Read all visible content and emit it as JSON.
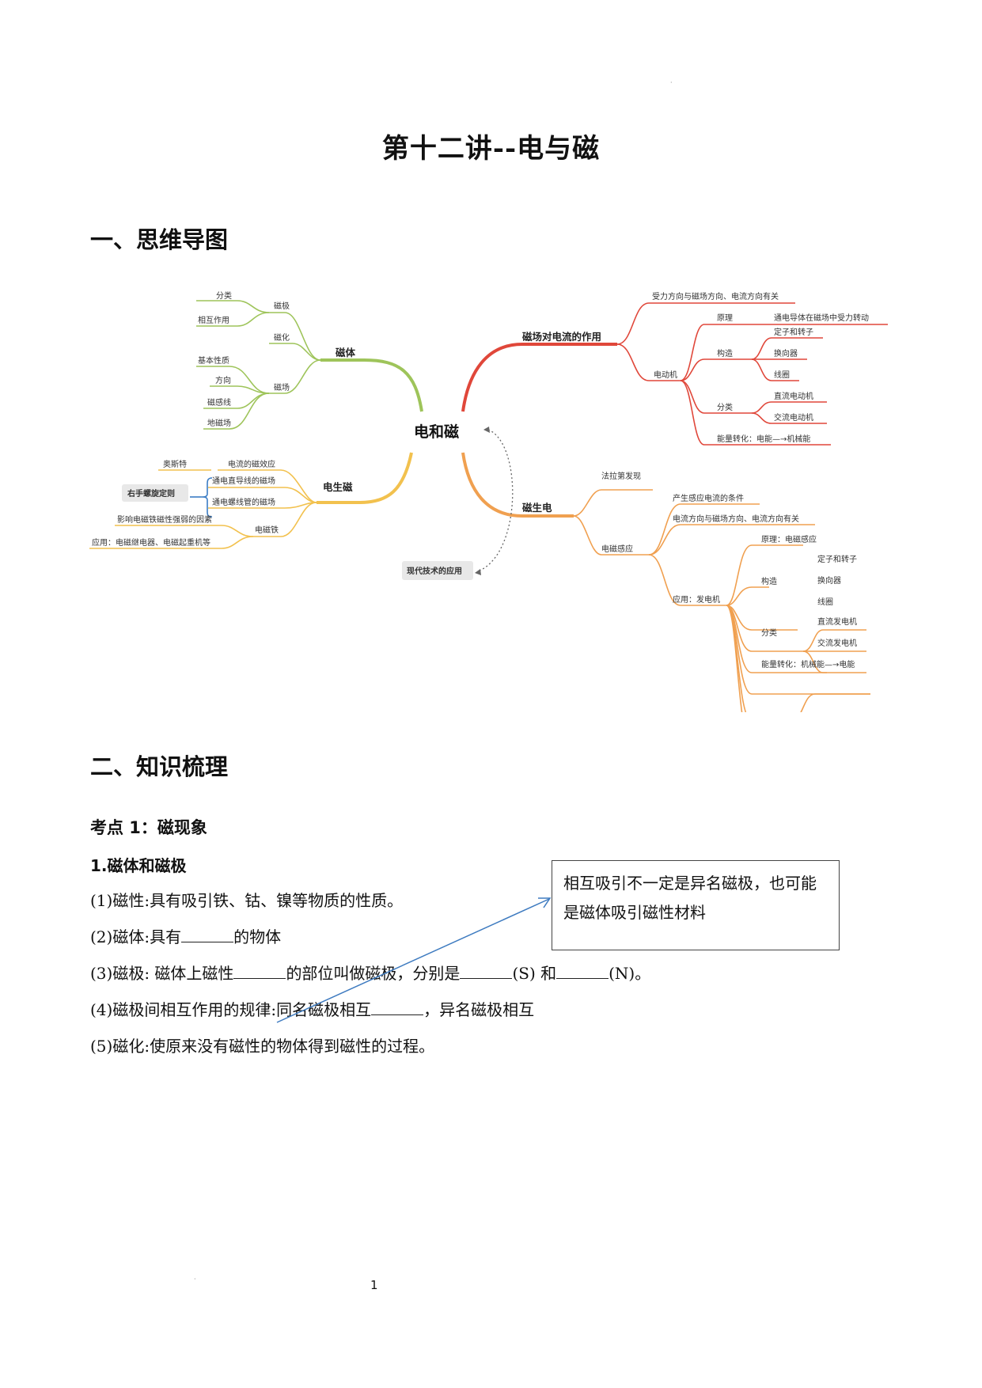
{
  "title": "第十二讲--电与磁",
  "section1": "一、思维导图",
  "section2": "二、知识梳理",
  "kaodian": "考点 1：磁现象",
  "sub1": "1.磁体和磁极",
  "lines": {
    "l1": "(1)磁性:具有吸引铁、钴、镍等物质的性质。",
    "l2a": "(2)磁体:具有",
    "l2b": "的物体",
    "l3a": "(3)磁极: 磁体上磁性",
    "l3b": "的部位叫做磁极，分别是",
    "l3c": "(S) 和",
    "l3d": "(N)。",
    "l4a": "(4)磁极间相互作用的规律:同名磁极相互",
    "l4b": "，异名磁极相互",
    "l5": "(5)磁化:使原来没有磁性的物体得到磁性的过程。"
  },
  "note": "相互吸引不一定是异名磁极，也可能是磁体吸引磁性材料",
  "page_number": "1",
  "mindmap": {
    "center": "电和磁",
    "citi": {
      "label": "磁体",
      "cijí": "磁极",
      "fenlei": "分类",
      "xianghu": "相互作用",
      "cihua": "磁化",
      "cichang": "磁场",
      "jiben": "基本性质",
      "fangxiang": "方向",
      "ciganxian": "磁感线",
      "dicichang": "地磁场"
    },
    "dianshengci": {
      "label": "电生磁",
      "xiaoying": "电流的磁效应",
      "aosite": "奥斯特",
      "zhidaoxian": "通电直导线的磁场",
      "luoxianguan": "通电螺线管的磁场",
      "youshou": "右手螺旋定则",
      "diancitie": "电磁铁",
      "yingxiang": "影响电磁铁磁性强弱的因素",
      "yingyong": "应用：电磁继电器、电磁起重机等"
    },
    "xiandai": "现代技术的应用",
    "zuoyong": {
      "label": "磁场对电流的作用",
      "shouli": "受力方向与磁场方向、电流方向有关",
      "diandongji": "电动机",
      "yuanli": "原理",
      "yuanli_v": "通电导体在磁场中受力转动",
      "gouzao": "构造",
      "dingzi": "定子和转子",
      "huanxiang": "换向器",
      "xianquan": "线圈",
      "fenlei": "分类",
      "zhiliu": "直流电动机",
      "jiaoliu": "交流电动机",
      "nengliang": "能量转化：电能—→机械能"
    },
    "cishengdian": {
      "label": "磁生电",
      "faladi": "法拉第发现",
      "diancigan": "电磁感应",
      "tiaojian": "产生感应电流的条件",
      "fangxiang": "电流方向与磁场方向、电流方向有关",
      "fadianji": "应用：发电机",
      "yuanli": "原理：电磁感应",
      "gouzao": "构造",
      "dingzi": "定子和转子",
      "huanxiang": "换向器",
      "xianquan": "线圈",
      "fenlei": "分类",
      "zhiliu": "直流发电机",
      "jiaoliu": "交流发电机",
      "nengliang": "能量转化：机械能—→电能"
    }
  },
  "colors": {
    "green": "#9ec45a",
    "yellow": "#f2c14e",
    "red": "#e0473a",
    "orange": "#f0a050",
    "blue": "#3b7cc4",
    "arrow": "#3e7bc0"
  }
}
